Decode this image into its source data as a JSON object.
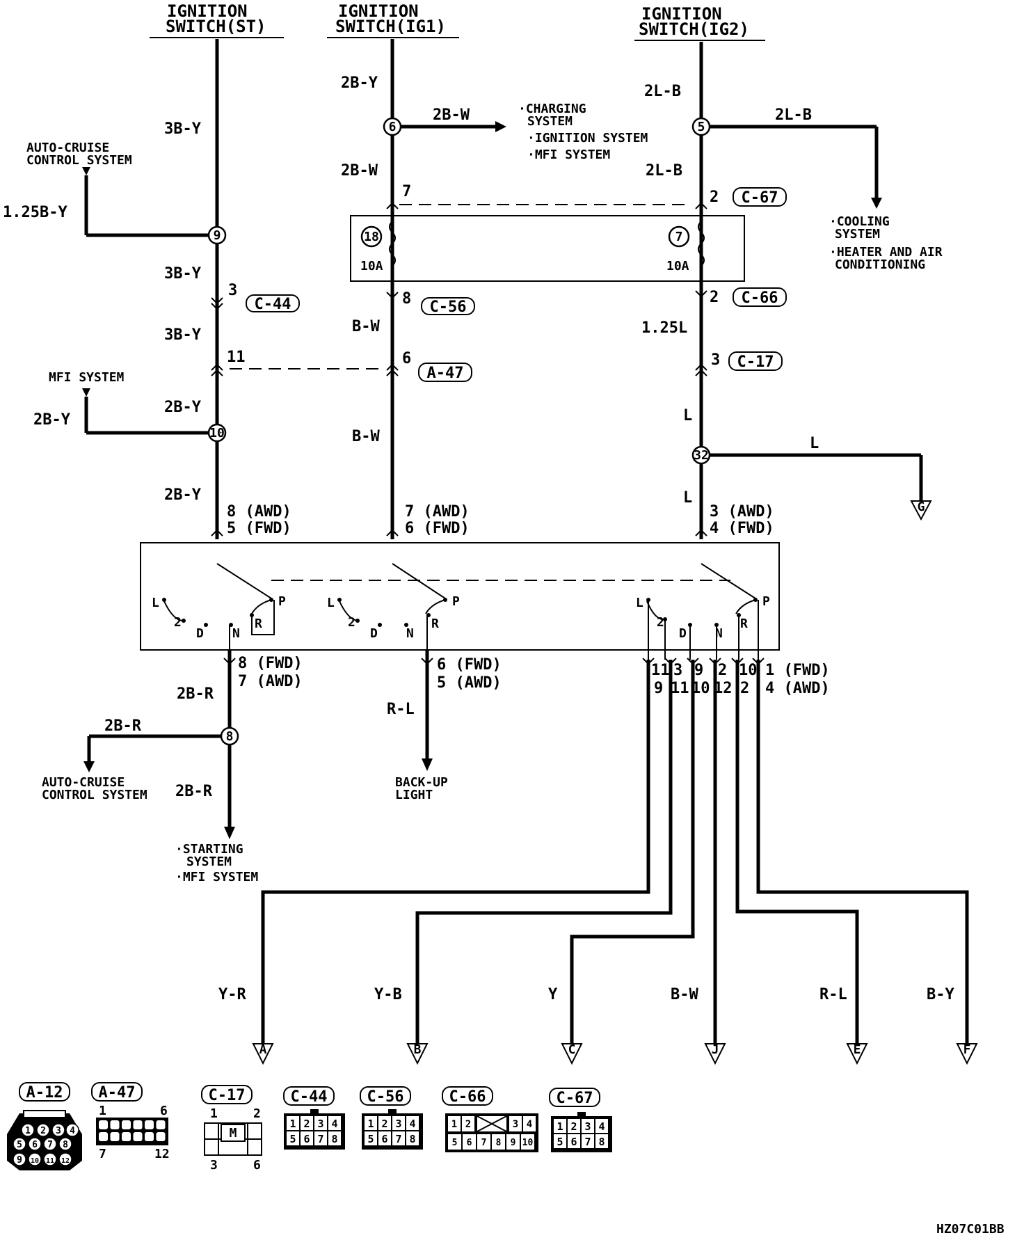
{
  "sources": {
    "st": [
      "IGNITION",
      "SWITCH(ST)"
    ],
    "ig1": [
      "IGNITION",
      "SWITCH(IG1)"
    ],
    "ig2": [
      "IGNITION",
      "SWITCH(IG2)"
    ]
  },
  "wires": {
    "st_a": "3B-Y",
    "st_b": "3B-Y",
    "st_c": "3B-Y",
    "st_d": "2B-Y",
    "st_e": "2B-Y",
    "ac_in": "1.25B-Y",
    "mfi_in": "2B-Y",
    "ig1_a": "2B-Y",
    "ig1_b": "2B-W",
    "ig1_out": "2B-W",
    "ig1_c": "B-W",
    "ig1_d": "B-W",
    "ig2_a": "2L-B",
    "ig2_b": "2L-B",
    "ig2_out": "2L-B",
    "ig2_c": "1.25L",
    "ig2_d": "L",
    "ig2_e": "L",
    "ig2_g": "L",
    "out_st_a": "2B-R",
    "out_ac": "2B-R",
    "out_st_b": "2B-R",
    "out_bu": "R-L",
    "bottom": [
      "Y-R",
      "Y-B",
      "Y",
      "B-W",
      "R-L",
      "B-Y"
    ]
  },
  "destinations": {
    "auto_cruise_top": [
      "AUTO-CRUISE",
      "CONTROL SYSTEM"
    ],
    "mfi": "MFI SYSTEM",
    "ig1_dest": [
      "·CHARGING",
      "SYSTEM",
      "·IGNITION SYSTEM",
      "·MFI SYSTEM"
    ],
    "ig2_dest": [
      "·COOLING",
      "SYSTEM",
      "·HEATER AND AIR",
      "CONDITIONING"
    ],
    "auto_cruise_bottom": [
      "AUTO-CRUISE",
      "CONTROL SYSTEM"
    ],
    "starting": [
      "·STARTING",
      "SYSTEM",
      "·MFI SYSTEM"
    ],
    "backup": [
      "BACK-UP",
      "LIGHT"
    ]
  },
  "nodes": {
    "n9": "9",
    "n10": "10",
    "n6": "6",
    "n5": "5",
    "n32": "32",
    "n8": "8"
  },
  "connectors": {
    "c67": "C-67",
    "c66": "C-66",
    "c56": "C-56",
    "c44": "C-44",
    "a47": "A-47",
    "c17": "C-17",
    "a12": "A-12"
  },
  "pins": {
    "p7": "7",
    "p2a": "2",
    "p8": "8",
    "p2b": "2",
    "p3": "3",
    "p11": "11",
    "p6": "6",
    "p3b": "3",
    "sw_st_in": [
      "8 (AWD)",
      "5 (FWD)"
    ],
    "sw_ig1_in": [
      "7 (AWD)",
      "6 (FWD)"
    ],
    "sw_ig2_in": [
      "3 (AWD)",
      "4 (FWD)"
    ],
    "sw_st_out": [
      "8 (FWD)",
      "7 (AWD)"
    ],
    "sw_bu_out": [
      "6 (FWD)",
      "5 (AWD)"
    ],
    "sw_bot_out": [
      "1 (FWD)",
      "4 (AWD)"
    ],
    "bot_row1": [
      "11",
      "3",
      "9",
      "2",
      "10"
    ],
    "bot_row2": [
      "9",
      "11",
      "10",
      "12",
      "2"
    ]
  },
  "fuses": {
    "f18": "18",
    "f18_amp": "10A",
    "f7": "7",
    "f7_amp": "10A"
  },
  "switch_labels": {
    "L": "L",
    "two": "2",
    "D": "D",
    "N": "N",
    "R": "R",
    "P": "P"
  },
  "grounds": {
    "g": "G",
    "a": "A",
    "b": "B",
    "c": "C",
    "j": "J",
    "e": "E",
    "f": "F"
  },
  "connector_pins": {
    "a47": [
      "1",
      "6",
      "7",
      "12"
    ],
    "c17": [
      "1",
      "2",
      "3",
      "6"
    ],
    "c44": [
      "1",
      "2",
      "3",
      "4",
      "5",
      "6",
      "7",
      "8"
    ],
    "c56": [
      "1",
      "2",
      "3",
      "4",
      "5",
      "6",
      "7",
      "8"
    ],
    "c66": [
      "1",
      "2",
      "3",
      "4",
      "5",
      "6",
      "7",
      "8",
      "9",
      "10"
    ],
    "c67": [
      "1",
      "2",
      "3",
      "4",
      "5",
      "6",
      "7",
      "8"
    ],
    "a12": [
      "1",
      "2",
      "3",
      "4",
      "5",
      "6",
      "7",
      "8",
      "9",
      "10",
      "11",
      "12"
    ]
  },
  "code": "HZ07C01BB"
}
